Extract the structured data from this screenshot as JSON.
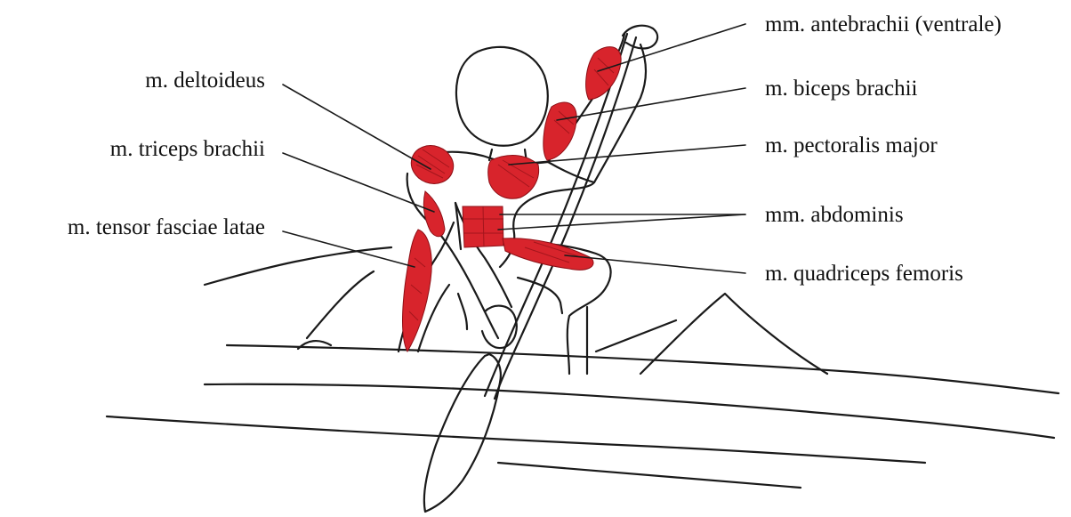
{
  "colors": {
    "ink": "#1a1a1a",
    "muscle": "#d8242c",
    "muscle_dark": "#8e0f16",
    "background": "#ffffff"
  },
  "labels": {
    "left": [
      "m. deltoideus",
      "m. triceps brachii",
      "m. tensor fasciae latae"
    ],
    "right": [
      "mm. antebrachii (ventrale)",
      "m. biceps brachii",
      "m. pectoralis major",
      "mm. abdominis",
      "m. quadriceps femoris"
    ]
  }
}
